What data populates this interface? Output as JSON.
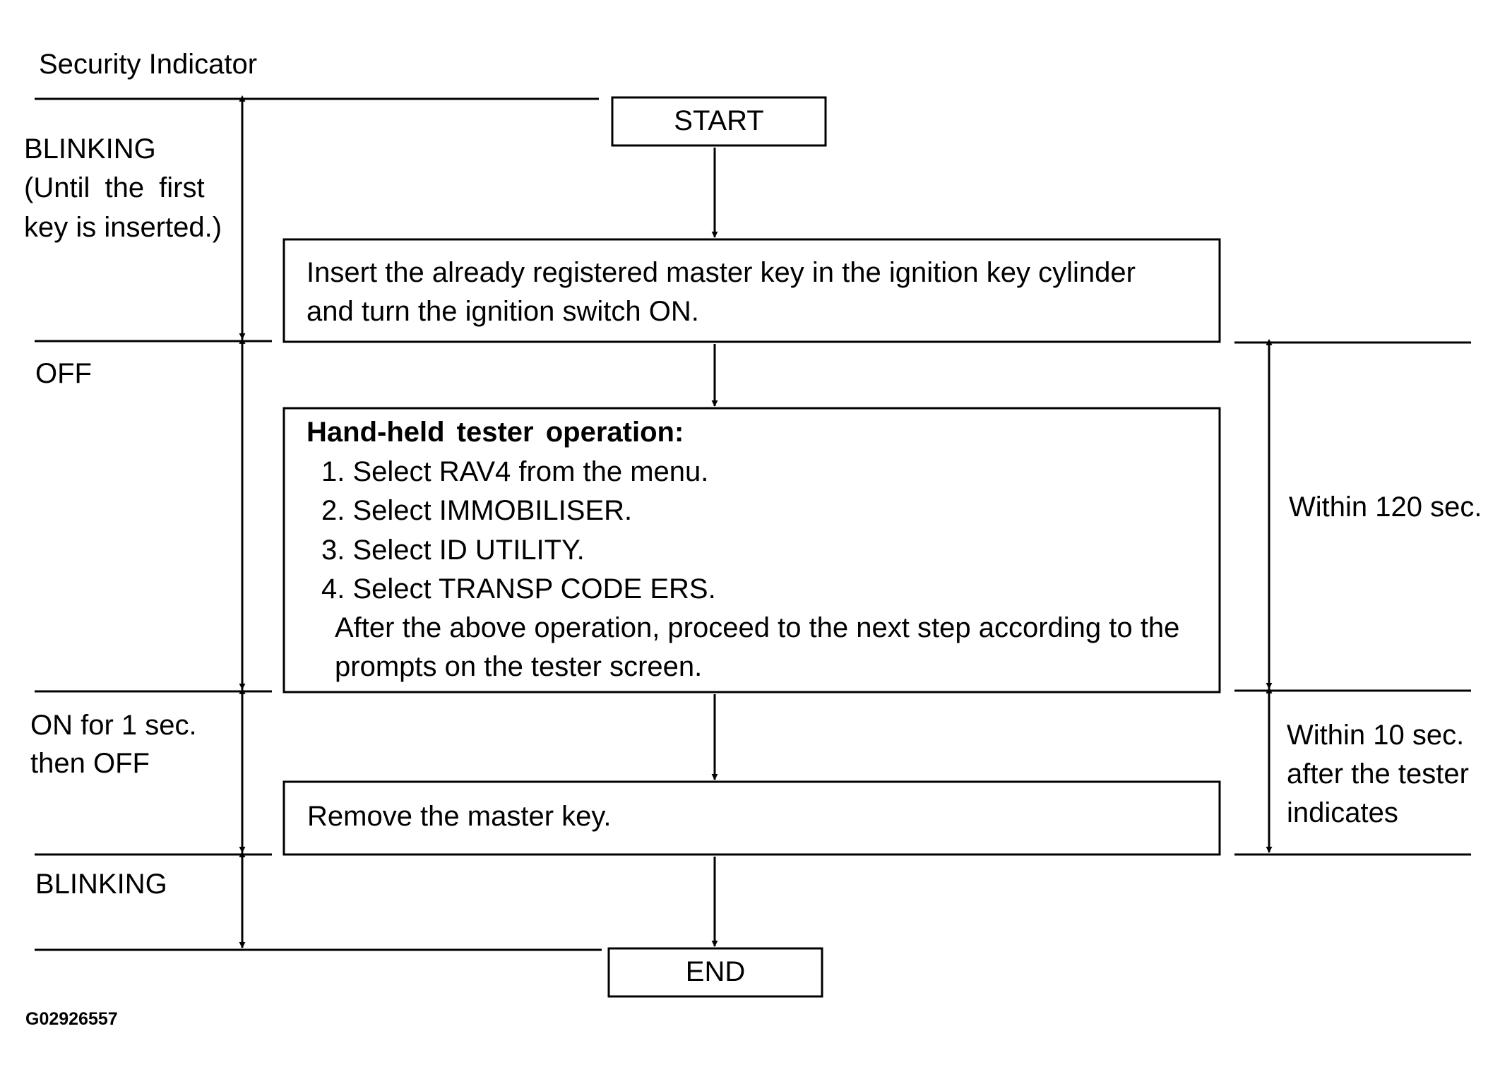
{
  "header": {
    "title": "Security Indicator"
  },
  "flow": {
    "start": "START",
    "end": "END",
    "step1": [
      "Insert the already registered master key in the ignition key cylinder",
      "and turn the ignition switch ON."
    ],
    "step2": {
      "heading": "Hand-held tester operation:",
      "items": [
        "1. Select RAV4 from the menu.",
        "2. Select IMMOBILISER.",
        "3. Select ID UTILITY.",
        "4. Select TRANSP CODE ERS."
      ],
      "note": [
        "After the above operation, proceed to the next step according to the",
        "prompts on the tester screen."
      ]
    },
    "step3": "Remove the master key."
  },
  "indicator_states": {
    "blinking_first": [
      "BLINKING",
      "(Until the first",
      "key is inserted.)"
    ],
    "off": "OFF",
    "on_then_off": [
      "ON for 1 sec.",
      "then OFF"
    ],
    "blinking_last": "BLINKING"
  },
  "timing": {
    "within_120": "Within 120 sec.",
    "within_10": [
      "Within 10 sec.",
      "after the tester",
      "indicates"
    ]
  },
  "figure_code": "G02926557"
}
